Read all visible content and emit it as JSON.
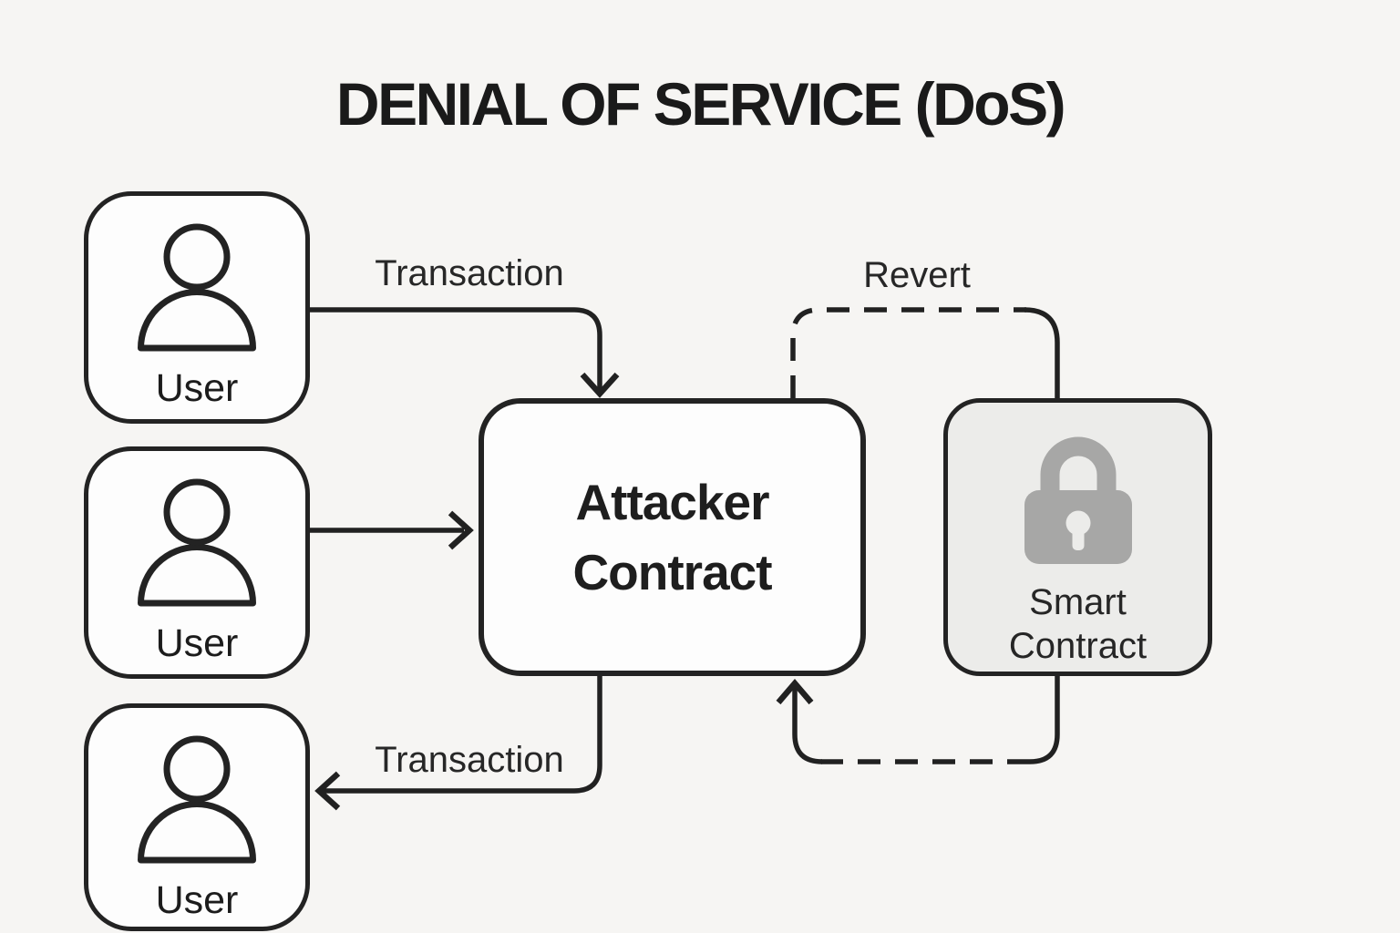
{
  "title": "DENIAL OF SERVICE (DoS)",
  "nodes": {
    "users": [
      {
        "id": "user-1",
        "label": "User",
        "icon": "user-icon"
      },
      {
        "id": "user-2",
        "label": "User",
        "icon": "user-icon"
      },
      {
        "id": "user-3",
        "label": "User",
        "icon": "user-icon"
      }
    ],
    "attacker_contract": {
      "label": "Attacker Contract",
      "lines": [
        "Attacker",
        "Contract"
      ]
    },
    "smart_contract": {
      "label": "Smart Contract",
      "lines": [
        "Smart",
        "Contract"
      ],
      "icon": "lock-icon"
    }
  },
  "edges": [
    {
      "id": "transaction-top",
      "label": "Transaction",
      "style": "solid",
      "from": "user-1",
      "to": "attacker-contract"
    },
    {
      "id": "user2-to-attacker",
      "label": "",
      "style": "solid",
      "from": "user-2",
      "to": "attacker-contract"
    },
    {
      "id": "transaction-bottom",
      "label": "Transaction",
      "style": "solid",
      "from": "attacker-contract",
      "to": "user-3"
    },
    {
      "id": "revert-top",
      "label": "Revert",
      "style": "dashed",
      "from": "smart-contract",
      "to": "attacker-contract"
    },
    {
      "id": "revert-bottom",
      "label": "",
      "style": "dashed",
      "from": "smart-contract",
      "to": "attacker-contract"
    }
  ],
  "colors": {
    "background": "#f6f5f3",
    "line": "#212121",
    "text": "#1c1c1c",
    "node_fill": "#fdfdfd",
    "node_border": "#232323",
    "smart_node_fill": "#ececea",
    "lock_gray": "#a7a7a6"
  }
}
